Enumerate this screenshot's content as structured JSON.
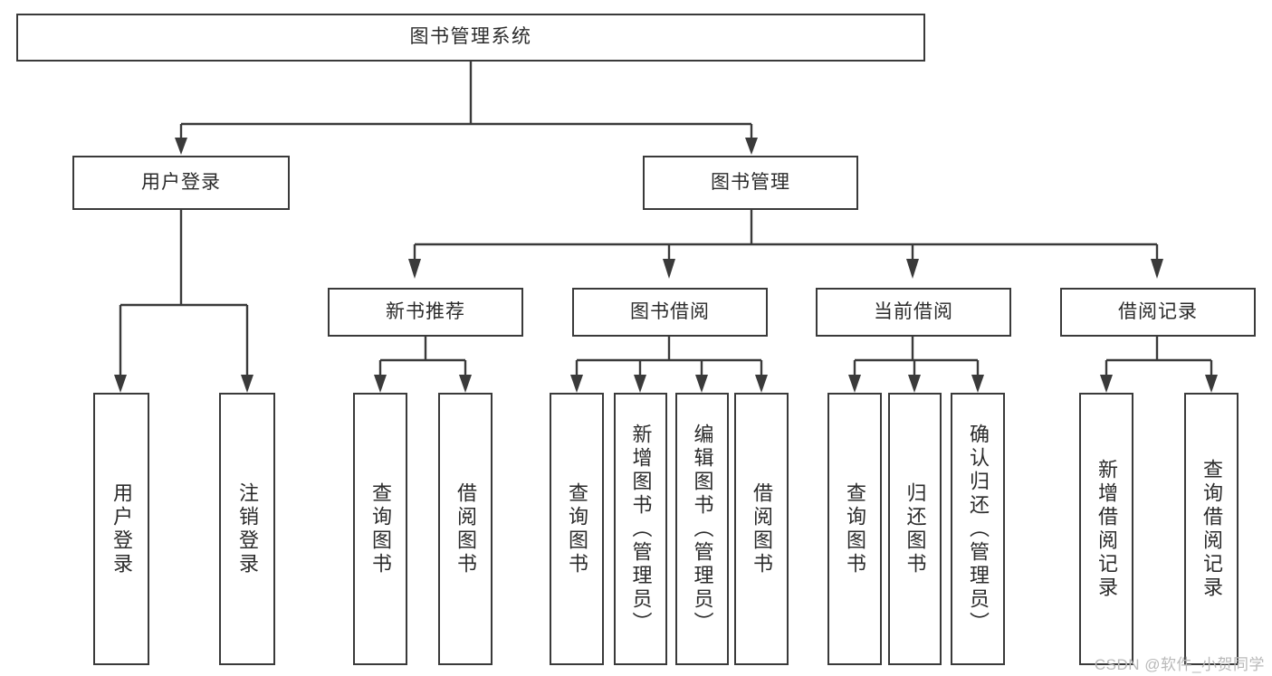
{
  "diagram": {
    "title": "图书管理系统",
    "watermark": "CSDN @软件_小贺同学",
    "accent_color": "#3a3a3a",
    "background_color": "#ffffff",
    "nodes": {
      "root": "图书管理系统",
      "level1": [
        {
          "id": "user-login",
          "label": "用户登录"
        },
        {
          "id": "book-manage",
          "label": "图书管理"
        }
      ],
      "level2": [
        {
          "id": "new-book-recommend",
          "label": "新书推荐"
        },
        {
          "id": "book-borrow",
          "label": "图书借阅"
        },
        {
          "id": "current-borrow",
          "label": "当前借阅"
        },
        {
          "id": "borrow-record",
          "label": "借阅记录"
        }
      ],
      "leaves": {
        "user_login": [
          {
            "id": "leaf-user-login",
            "label": "用户登录"
          },
          {
            "id": "leaf-logout-login",
            "label": "注销登录"
          }
        ],
        "new_book_recommend": [
          {
            "id": "leaf-query-book-1",
            "label": "查询图书"
          },
          {
            "id": "leaf-borrow-book-1",
            "label": "借阅图书"
          }
        ],
        "book_borrow": [
          {
            "id": "leaf-query-book-2",
            "label": "查询图书"
          },
          {
            "id": "leaf-add-book",
            "label": "新增图书（管理员）"
          },
          {
            "id": "leaf-edit-book",
            "label": "编辑图书（管理员）"
          },
          {
            "id": "leaf-borrow-book-2",
            "label": "借阅图书"
          }
        ],
        "current_borrow": [
          {
            "id": "leaf-query-book-3",
            "label": "查询图书"
          },
          {
            "id": "leaf-return-book",
            "label": "归还图书"
          },
          {
            "id": "leaf-confirm-return",
            "label": "确认归还（管理员）"
          }
        ],
        "borrow_record": [
          {
            "id": "leaf-add-record",
            "label": "新增借阅记录"
          },
          {
            "id": "leaf-query-record",
            "label": "查询借阅记录"
          }
        ]
      }
    }
  }
}
